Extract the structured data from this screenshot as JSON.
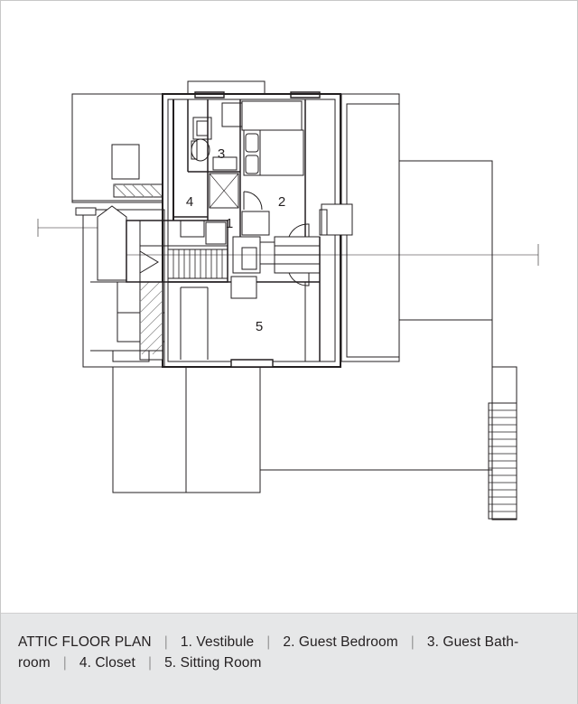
{
  "caption": {
    "title": "ATTIC FLOOR PLAN",
    "separator": "|",
    "items": [
      {
        "label": "1. Vestibule"
      },
      {
        "label": "2. Guest Bedroom"
      },
      {
        "label": "3. Guest Bath-"
      },
      {
        "label": "room"
      },
      {
        "label": "4. Closet"
      },
      {
        "label": "5. Sitting Room"
      }
    ]
  },
  "rooms": [
    {
      "number": "1"
    },
    {
      "number": "2"
    },
    {
      "number": "3"
    },
    {
      "number": "4"
    },
    {
      "number": "5"
    }
  ],
  "colors": {
    "caption_background": "#e6e7e8",
    "line": "#231f20",
    "text": "#231f20"
  }
}
